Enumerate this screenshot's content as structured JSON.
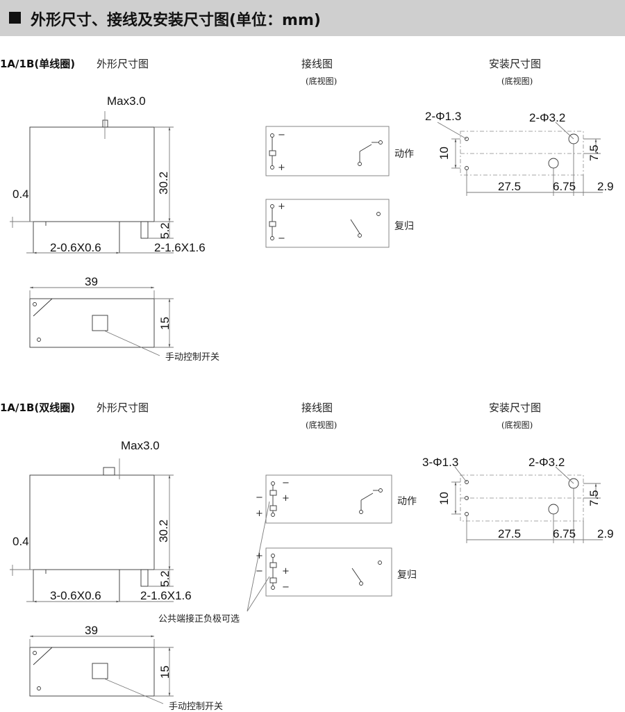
{
  "header": {
    "title": "外形尺寸、接线及安装尺寸图(单位：mm)"
  },
  "single": {
    "section_label": "1A/1B(单线圈)",
    "outline_title": "外形尺寸图",
    "wiring_title": "接线图",
    "wiring_sub": "(底视图)",
    "mount_title": "安装尺寸图",
    "mount_sub": "(底视图)",
    "dims": {
      "max_height": "Max3.0",
      "height": "30.2",
      "pin_thickness": "0.4",
      "pin_length": "5.2",
      "small_pins": "2-0.6X0.6",
      "large_pins": "2-1.6X1.6",
      "length": "39",
      "width": "15"
    },
    "manual_switch": "手动控制开关",
    "wiring": {
      "action": "动作",
      "reset": "复归",
      "minus": "−",
      "plus": "+"
    },
    "mount": {
      "small_holes": "2-Φ1.3",
      "large_holes": "2-Φ3.2",
      "d_10": "10",
      "d_7_5": "7.5",
      "d_27_5": "27.5",
      "d_6_75": "6.75",
      "d_2_9": "2.9"
    }
  },
  "double": {
    "section_label": "1A/1B(双线圈)",
    "outline_title": "外形尺寸图",
    "wiring_title": "接线图",
    "wiring_sub": "(底视图)",
    "mount_title": "安装尺寸图",
    "mount_sub": "(底视图)",
    "dims": {
      "max_height": "Max3.0",
      "height": "30.2",
      "pin_thickness": "0.4",
      "pin_length": "5.2",
      "small_pins": "3-0.6X0.6",
      "large_pins": "2-1.6X1.6",
      "length": "39",
      "width": "15"
    },
    "manual_switch": "手动控制开关",
    "common_note": "公共端接正负极可选",
    "wiring": {
      "action": "动作",
      "reset": "复归",
      "minus": "−",
      "plus": "+"
    },
    "mount": {
      "small_holes": "3-Φ1.3",
      "large_holes": "2-Φ3.2",
      "d_10": "10",
      "d_7_5": "7.5",
      "d_27_5": "27.5",
      "d_6_75": "6.75",
      "d_2_9": "2.9"
    }
  }
}
